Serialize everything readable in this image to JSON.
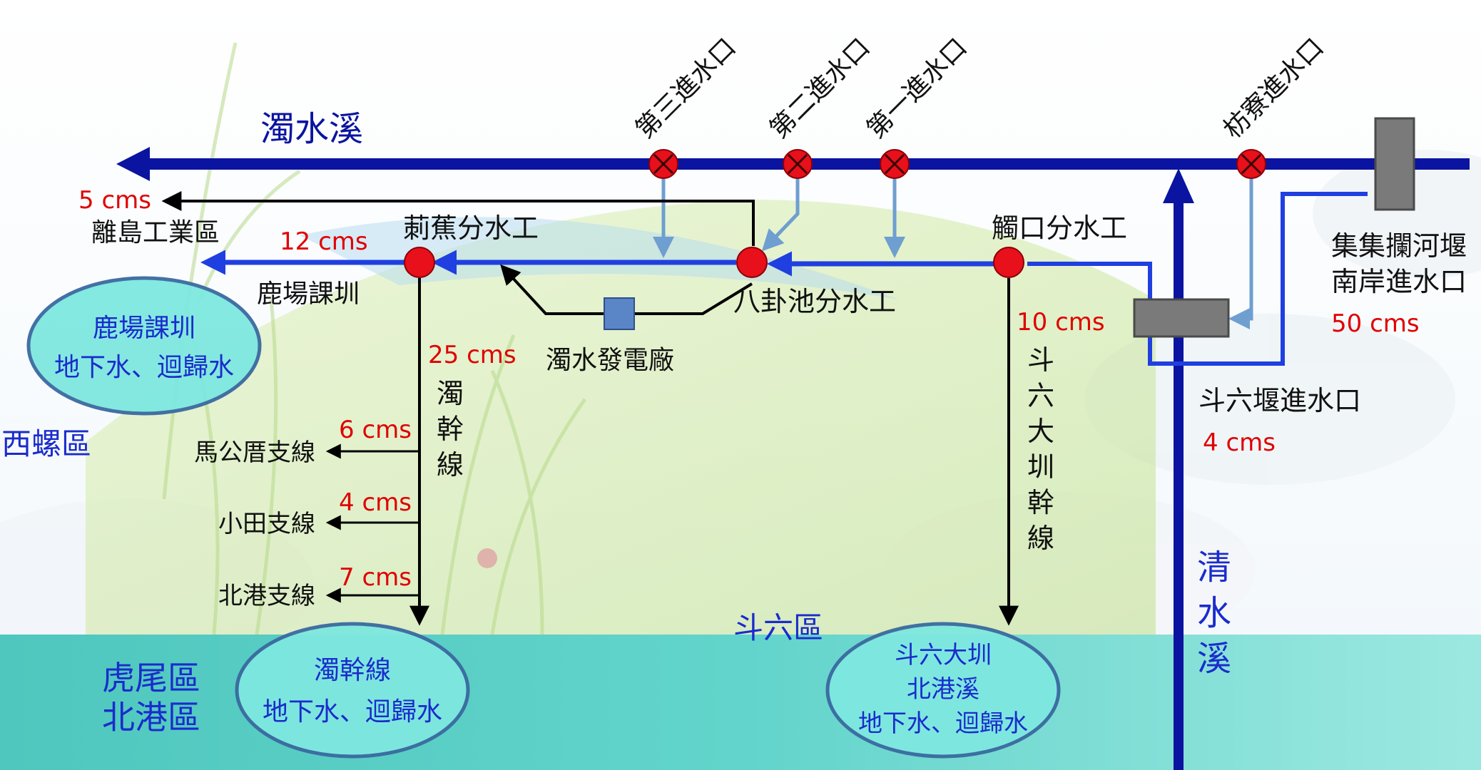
{
  "rivers": {
    "zhuoshui": "濁水溪",
    "qingshui": [
      "清",
      "水",
      "溪"
    ]
  },
  "intakes": {
    "third": "第三進水口",
    "second": "第二進水口",
    "first": "第一進水口",
    "fangliao": "枋寮進水口"
  },
  "nodes": {
    "jiaojiao": "莿蕉分水工",
    "chukou": "觸口分水工",
    "bagua": "八卦池分水工",
    "power": "濁水發電廠",
    "jiji_line1": "集集攔河堰",
    "jiji_line2": "南岸進水口",
    "douliu_intake": "斗六堰進水口"
  },
  "flows": {
    "island": "5 cms",
    "lukang": "12 cms",
    "main": "25 cms",
    "mgc": "6 cms",
    "xiaotian": "4 cms",
    "beigang": "7 cms",
    "douliu_canal": "10 cms",
    "jiji": "50 cms",
    "douliu_intake": "4 cms"
  },
  "labels": {
    "island": "離島工業區",
    "lukang": "鹿場課圳",
    "main_canal": [
      "濁",
      "幹",
      "線"
    ],
    "mgc": "馬公厝支線",
    "xiaotian": "小田支線",
    "beigang": "北港支線",
    "douliu_canal": [
      "斗",
      "六",
      "大",
      "圳",
      "幹",
      "線"
    ]
  },
  "regions": {
    "xiluo": "西螺區",
    "huwei": "虎尾區",
    "beigang": "北港區",
    "douliu": "斗六區"
  },
  "ellipses": {
    "lukang": [
      "鹿場課圳",
      "地下水、迴歸水"
    ],
    "main": [
      "濁幹線",
      "地下水、迴歸水"
    ],
    "douliu": [
      "斗六大圳",
      "北港溪",
      "地下水、迴歸水"
    ]
  },
  "colors": {
    "river": "#0a14a0",
    "canal": "#1f3fe0",
    "branch": "#6f9fd0",
    "valve": "#e8101a",
    "flow_text": "#e00000",
    "region_text": "#1a2ccc",
    "gate": "#7a7a7a",
    "power": "#5a86c8",
    "ellipse_fill": "#7ee8e0",
    "ellipse_stroke": "#3a6aa0",
    "water_band": "#48c8c0"
  }
}
